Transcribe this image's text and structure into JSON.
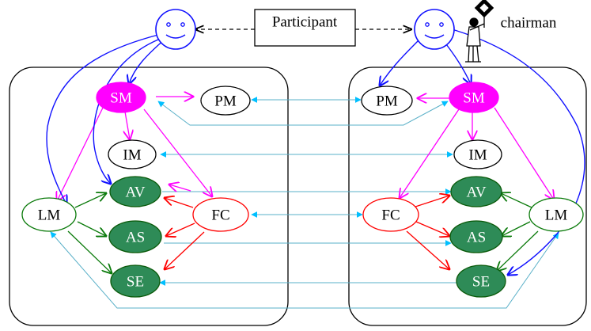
{
  "participant_label": "Participant",
  "chairman_label": "chairman",
  "icons": {
    "participant_face": "smiley-face-icon",
    "chairman_face": "smiley-face-icon",
    "chairman_figure": "chairman-figure-icon"
  },
  "colors": {
    "blue": "#1010ff",
    "magenta": "#ff00ff",
    "green": "#2e8b57",
    "dark_green": "#0a7a0a",
    "red": "#ff0000",
    "cyan": "#00bfff",
    "light_cyan_line": "#5ab0c8"
  },
  "left_group": {
    "SM": "SM",
    "PM": "PM",
    "IM": "IM",
    "AV": "AV",
    "LM": "LM",
    "FC": "FC",
    "AS": "AS",
    "SE": "SE"
  },
  "right_group": {
    "SM": "SM",
    "PM": "PM",
    "IM": "IM",
    "AV": "AV",
    "LM": "LM",
    "FC": "FC",
    "AS": "AS",
    "SE": "SE"
  }
}
